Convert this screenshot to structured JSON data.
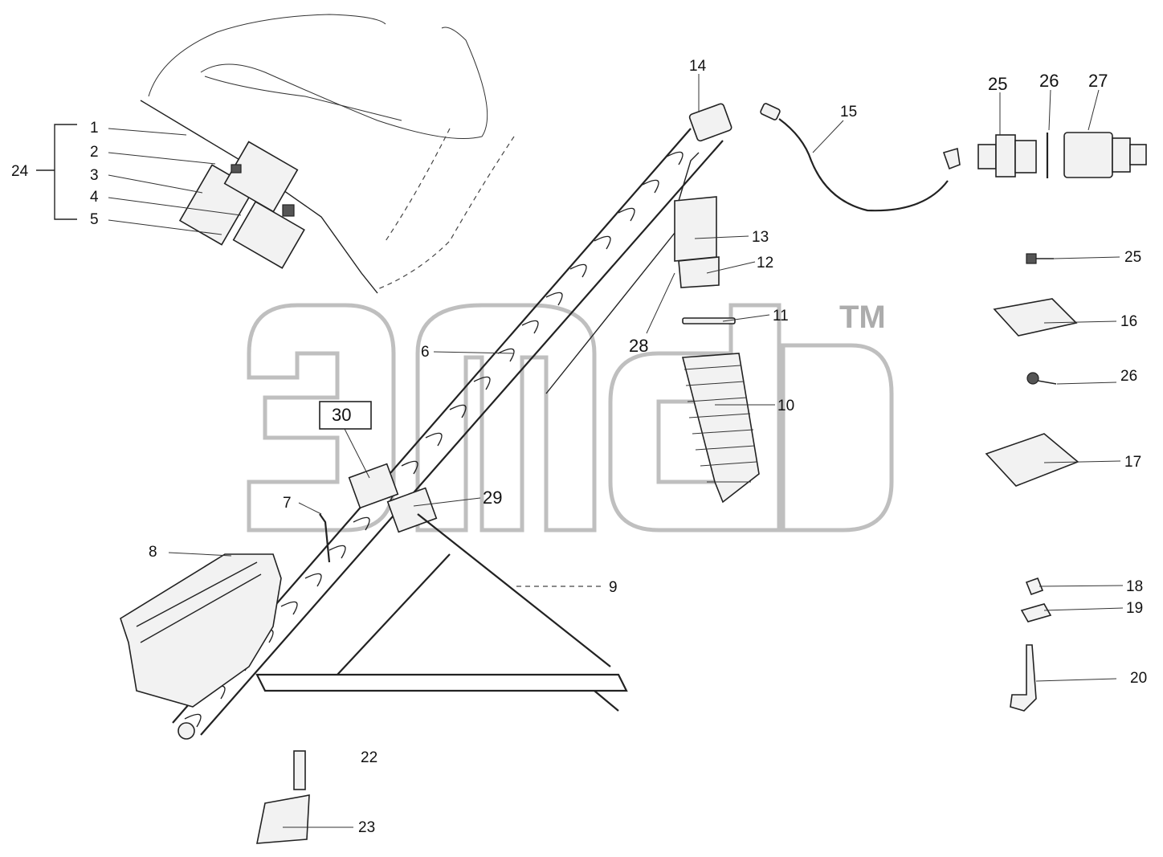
{
  "header": {
    "top_mark": "",
    "watermark": "TM"
  },
  "callouts": [
    {
      "id": "c1",
      "text": "1"
    },
    {
      "id": "c2",
      "text": "2"
    },
    {
      "id": "c3",
      "text": "3"
    },
    {
      "id": "c4",
      "text": "4"
    },
    {
      "id": "c5",
      "text": "5"
    },
    {
      "id": "c24",
      "text": "24"
    },
    {
      "id": "c14",
      "text": "14"
    },
    {
      "id": "c15",
      "text": "15"
    },
    {
      "id": "c25a",
      "text": "25"
    },
    {
      "id": "c26a",
      "text": "26"
    },
    {
      "id": "c27",
      "text": "27"
    },
    {
      "id": "c13",
      "text": "13"
    },
    {
      "id": "c12",
      "text": "12"
    },
    {
      "id": "c11",
      "text": "11"
    },
    {
      "id": "c28",
      "text": "28"
    },
    {
      "id": "c6",
      "text": "6"
    },
    {
      "id": "c10",
      "text": "10"
    },
    {
      "id": "c30",
      "text": "30"
    },
    {
      "id": "c29",
      "text": "29"
    },
    {
      "id": "c7",
      "text": "7"
    },
    {
      "id": "c8",
      "text": "8"
    },
    {
      "id": "c9",
      "text": "9"
    },
    {
      "id": "c25b",
      "text": "25"
    },
    {
      "id": "c16",
      "text": "16"
    },
    {
      "id": "c26b",
      "text": "26"
    },
    {
      "id": "c17",
      "text": "17"
    },
    {
      "id": "c18",
      "text": "18"
    },
    {
      "id": "c19",
      "text": "19"
    },
    {
      "id": "c20",
      "text": "20"
    },
    {
      "id": "c22",
      "text": "22"
    },
    {
      "id": "c23",
      "text": "23"
    }
  ]
}
